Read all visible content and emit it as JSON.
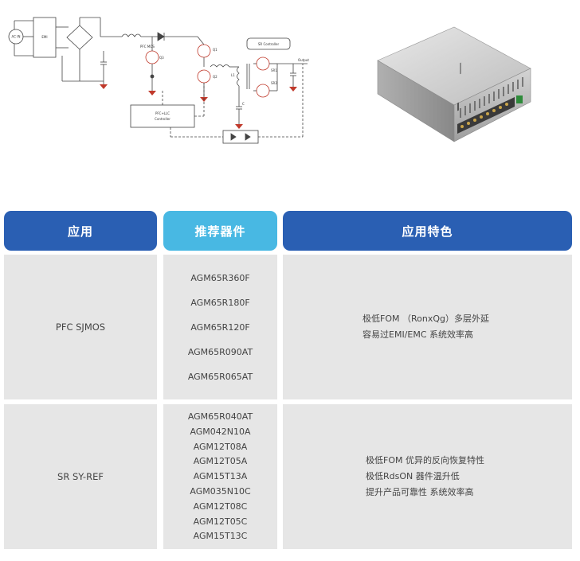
{
  "circuit": {
    "labels": {
      "ac_in": "AC IN",
      "emi": "EMI",
      "pfc_mos": "PFC MOS",
      "q1": "Q1",
      "q2": "Q2",
      "q3": "Q3",
      "l1": "L1",
      "c1": "C",
      "sr_controller": "SR Controller",
      "sr1": "SR1",
      "sr2": "SR2",
      "output": "Output",
      "pfc_llc_controller_l1": "PFC+LLC",
      "pfc_llc_controller_l2": "Controller"
    }
  },
  "table": {
    "headers": {
      "application": "应用",
      "recommended": "推荐器件",
      "features": "应用特色"
    },
    "rows": [
      {
        "application": "PFC SJMOS",
        "parts": [
          "AGM65R360F",
          "AGM65R180F",
          "AGM65R120F",
          "AGM65R090AT",
          "AGM65R065AT"
        ],
        "features": [
          "极低FOM （RonxQg）多层外延",
          "容易过EMI/EMC   系统效率高"
        ]
      },
      {
        "application": "SR SY-REF",
        "parts": [
          "AGM65R040AT",
          "AGM042N10A",
          "AGM12T08A",
          "AGM12T05A",
          "AGM15T13A",
          "AGM035N10C",
          "AGM12T08C",
          "AGM12T05C",
          "AGM15T13C"
        ],
        "features": [
          "极低FOM 优异的反向恢复特性",
          "极低RdsON 器件温升低",
          "提升产品可靠性 系统效率高"
        ]
      }
    ]
  },
  "colors": {
    "header_blue": "#2a5fb3",
    "header_cyan": "#48b8e3",
    "cell_gray": "#e6e6e6"
  }
}
